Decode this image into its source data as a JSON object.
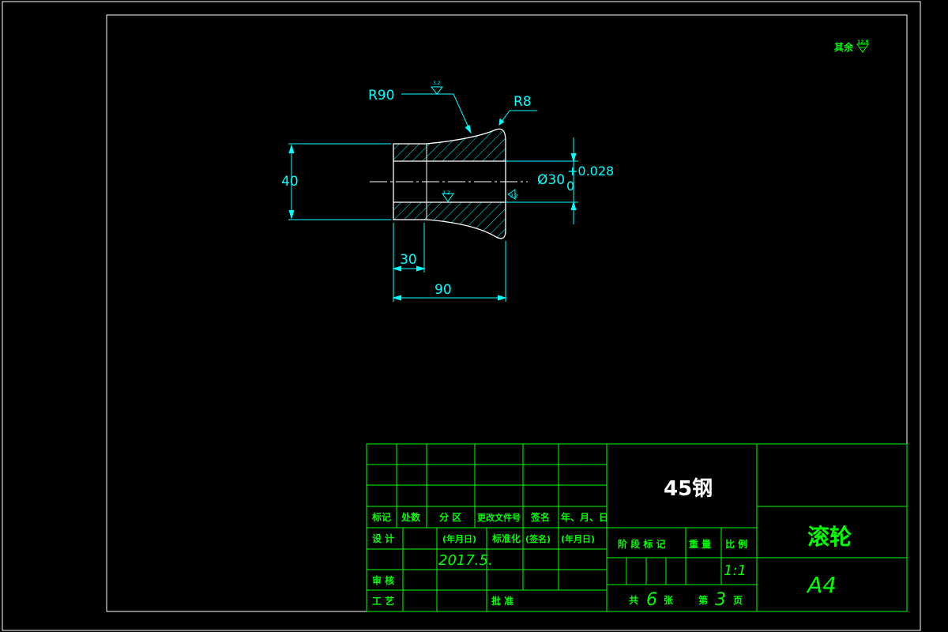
{
  "drawing": {
    "roughness_note": "其余",
    "roughness_other": "12.5",
    "roughness_r90": "3.2",
    "roughness_bore": "3.2",
    "roughness_face": "3.2",
    "dim_r90": "R90",
    "dim_r8": "R8",
    "dim_40": "40",
    "dim_bore": "Ø30",
    "dim_tol_upper": "+0.028",
    "dim_tol_lower": "0",
    "dim_30": "30",
    "dim_90": "90"
  },
  "title_block": {
    "material": "45钢",
    "part_name": "滚轮",
    "paper_size": "A4",
    "revision_labels": [
      "标记",
      "处数",
      "分 区",
      "更改文件号",
      "签名",
      "年、月、日"
    ],
    "design": "设 计",
    "date_ph1": "(年月日)",
    "standardize": "标准化",
    "sign_ph": "(签名)",
    "date_ph2": "(年月日)",
    "date_value": "2017.5.",
    "review": "审 核",
    "process": "工 艺",
    "approve": "批 准",
    "stage_mark": "阶 段 标 记",
    "weight": "重 量",
    "scale_label": "比 例",
    "scale_value": "1:1",
    "total_label": "共",
    "total_value": "6",
    "sheets_label": "张",
    "sheet_label": "第",
    "sheet_value": "3",
    "page_label": "页"
  },
  "colors": {
    "border": "#ffffff",
    "geometry": "#ffffff",
    "dimension": "#00ffff",
    "table": "#00ff00",
    "background": "#000000"
  }
}
